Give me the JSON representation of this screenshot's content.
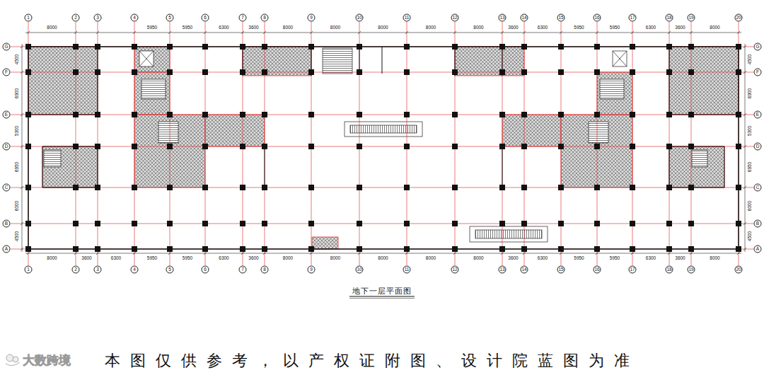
{
  "diagram": {
    "title": "地下一层平面图",
    "labels": [
      "1",
      "2",
      "3",
      "4",
      "5",
      "6",
      "7",
      "8",
      "9",
      "10",
      "11",
      "12",
      "13",
      "14",
      "15",
      "16",
      "17",
      "18",
      "19",
      "20",
      "8000",
      "5950",
      "5950",
      "6300",
      "3600",
      "8000",
      "8000",
      "8000",
      "8000",
      "8000",
      "3600",
      "6300",
      "5950",
      "5950",
      "6300",
      "3600",
      "8000",
      "G",
      "F",
      "E",
      "D",
      "C",
      "B",
      "A",
      "4500",
      "6900",
      "5300",
      "6950",
      "6000",
      "4500",
      "4500",
      "6900",
      "5300",
      "6950",
      "6000",
      "4500",
      "G",
      "F",
      "E",
      "D",
      "C",
      "B",
      "A",
      "8000",
      "3600",
      "6300",
      "5950",
      "5950",
      "6300",
      "3600",
      "8000",
      "8000",
      "8000",
      "8000",
      "8000",
      "3600",
      "6300",
      "5950",
      "5950",
      "6300",
      "3600",
      "8000",
      "1",
      "2",
      "3",
      "4",
      "5",
      "6",
      "7",
      "8",
      "9",
      "10",
      "11",
      "12",
      "13",
      "14",
      "15",
      "16",
      "17",
      "18",
      "19",
      "20",
      "大数跨境",
      "本图仅供参考，以产权证附图、设计院蓝图为准"
    ]
  }
}
